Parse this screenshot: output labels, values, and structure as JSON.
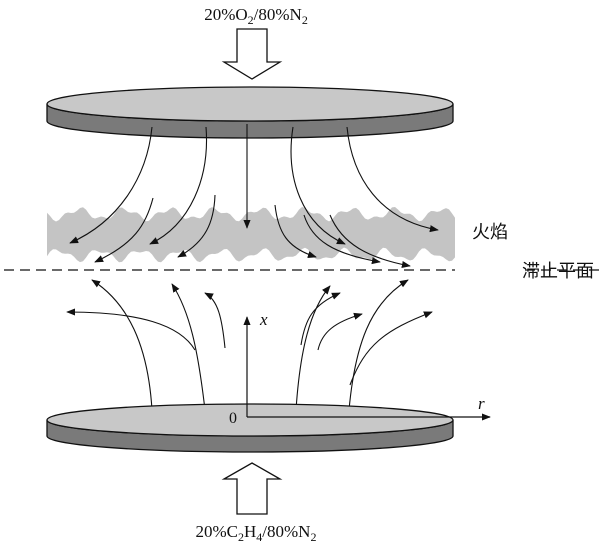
{
  "top_inlet": {
    "parts": [
      {
        "text": "20%O",
        "sub": false
      },
      {
        "text": "2",
        "sub": true
      },
      {
        "text": "/80%N",
        "sub": false
      },
      {
        "text": "2",
        "sub": true
      }
    ]
  },
  "bottom_inlet": {
    "parts": [
      {
        "text": "20%C",
        "sub": false
      },
      {
        "text": "2",
        "sub": true
      },
      {
        "text": "H",
        "sub": false
      },
      {
        "text": "4",
        "sub": true
      },
      {
        "text": "/80%N",
        "sub": false
      },
      {
        "text": "2",
        "sub": true
      }
    ]
  },
  "labels": {
    "flame": "火焰",
    "stagnation_plane": "滞止平面",
    "axis_x": "x",
    "axis_r": "r",
    "origin": "0"
  },
  "colors": {
    "nozzle_rim": "#7a7a7a",
    "nozzle_face": "#c8c8c8",
    "flame": "#c4c4c4",
    "line": "#111111"
  }
}
